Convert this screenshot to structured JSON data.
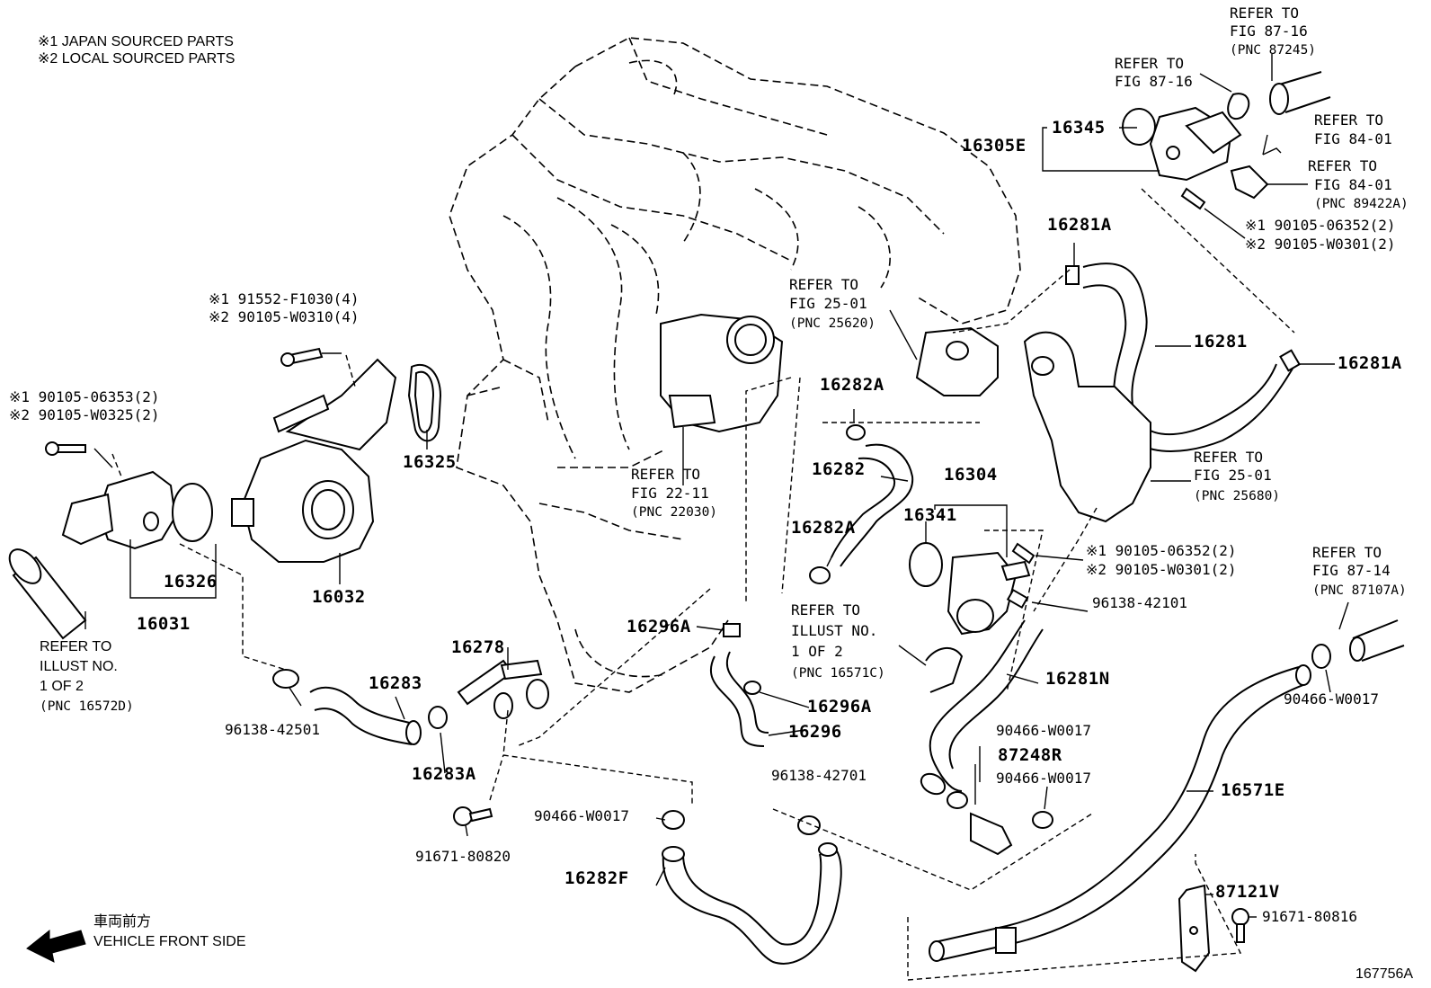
{
  "notes": {
    "note1": "※1  JAPAN SOURCED PARTS",
    "note2": "※2  LOCAL SOURCED PARTS"
  },
  "front_indicator": {
    "japanese": "車両前方",
    "english": "VEHICLE FRONT SIDE"
  },
  "figure_id": "167756A",
  "labels": {
    "refer_87_16_a_1": "REFER TO",
    "refer_87_16_a_2": "FIG 87-16",
    "refer_87_16_a_3": "(PNC 87245)",
    "refer_87_16_b_1": "REFER TO",
    "refer_87_16_b_2": "FIG 87-16",
    "refer_84_01_a_1": "REFER TO",
    "refer_84_01_a_2": "FIG 84-01",
    "refer_84_01_b_1": "REFER TO",
    "refer_84_01_b_2": "FIG 84-01",
    "refer_84_01_b_3": "(PNC 89422A)",
    "p16345": "16345",
    "p16305E": "16305E",
    "bolt_tr_1": "※1 90105-06352(2)",
    "bolt_tr_2": "※2 90105-W0301(2)",
    "p16281A_top": "16281A",
    "p16281A_right": "16281A",
    "p16281": "16281",
    "refer_25_01_a_1": "REFER TO",
    "refer_25_01_a_2": "FIG 25-01",
    "refer_25_01_a_3": "(PNC 25620)",
    "refer_25_01_b_1": "REFER TO",
    "refer_25_01_b_2": "FIG 25-01",
    "refer_25_01_b_3": "(PNC 25680)",
    "bolt_tl_1": "※1 91552-F1030(4)",
    "bolt_tl_2": "※2 90105-W0310(4)",
    "bolt_l_1": "※1 90105-06353(2)",
    "bolt_l_2": "※2 90105-W0325(2)",
    "p16325": "16325",
    "p16326": "16326",
    "p16031": "16031",
    "p16032": "16032",
    "refer_22_11_1": "REFER TO",
    "refer_22_11_2": "FIG 22-11",
    "refer_22_11_3": "(PNC 22030)",
    "p16282A_top": "16282A",
    "p16282": "16282",
    "p16282A_bot": "16282A",
    "p16304": "16304",
    "p16341": "16341",
    "bolt_mr_1": "※1 90105-06352(2)",
    "bolt_mr_2": "※2 90105-W0301(2)",
    "p96138_42101": "96138-42101",
    "refer_87_14_1": "REFER TO",
    "refer_87_14_2": "FIG 87-14",
    "refer_87_14_3": "(PNC 87107A)",
    "refer_illust_l_1": "REFER TO",
    "refer_illust_l_2": "ILLUST NO.",
    "refer_illust_l_3": "1 OF 2",
    "refer_illust_l_4": "(PNC 16572D)",
    "refer_illust_m_1": "REFER TO",
    "refer_illust_m_2": "ILLUST NO.",
    "refer_illust_m_3": "1 OF 2",
    "refer_illust_m_4": "(PNC 16571C)",
    "p16296A_top": "16296A",
    "p16296A_bot": "16296A",
    "p16296": "16296",
    "p16278": "16278",
    "p16283": "16283",
    "p96138_42501": "96138-42501",
    "p16283A": "16283A",
    "p16281N": "16281N",
    "p90466_a": "90466-W0017",
    "p87248R": "87248R",
    "p90466_b": "90466-W0017",
    "p90466_c": "90466-W0017",
    "p90466_d": "90466-W0017",
    "p16571E": "16571E",
    "p96138_42701": "96138-42701",
    "p91671_80820": "91671-80820",
    "p16282F": "16282F",
    "p87121V": "87121V",
    "p91671_80816": "91671-80816"
  }
}
